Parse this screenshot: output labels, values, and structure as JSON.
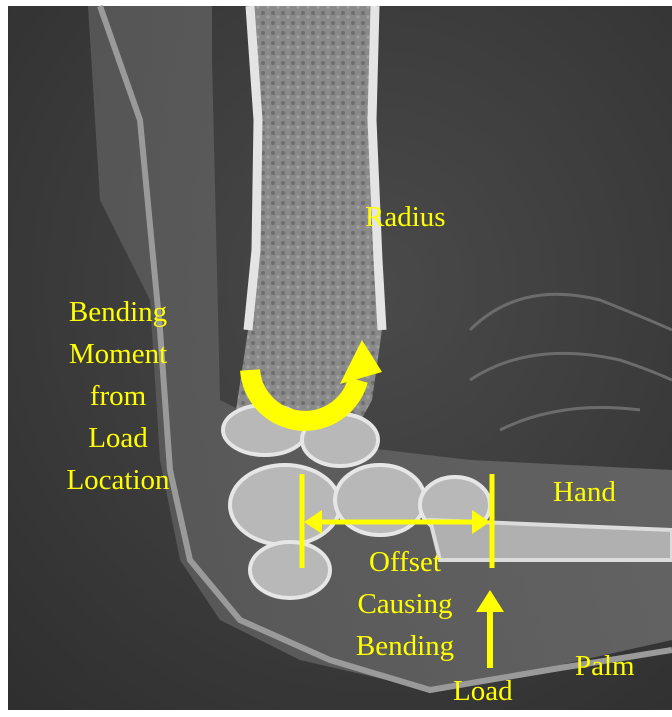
{
  "labels": {
    "radius": "Radius",
    "bending_moment": [
      "Bending",
      "Moment",
      "from",
      "Load",
      "Location"
    ],
    "hand": "Hand",
    "offset": [
      "Offset",
      "Causing",
      "Bending"
    ],
    "palm": "Palm",
    "load": "Load"
  },
  "colors": {
    "annotation": "#ffff00",
    "frame": "#ffffff",
    "background": "#3a3a3a",
    "bone": "#cfcfcf"
  },
  "icons": {
    "moment": "curved-arrow-icon",
    "offset": "double-headed-arrow-icon",
    "load": "up-arrow-icon"
  }
}
